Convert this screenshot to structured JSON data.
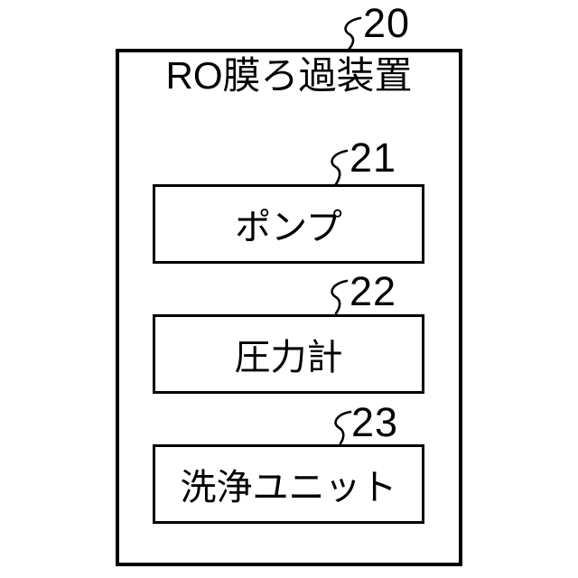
{
  "diagram": {
    "background_color": "#ffffff",
    "line_color": "#000000",
    "outer_box": {
      "ref": "20",
      "title": "RO膜ろ過装置"
    },
    "components": [
      {
        "ref": "21",
        "label": "ポンプ"
      },
      {
        "ref": "22",
        "label": "圧力計"
      },
      {
        "ref": "23",
        "label": "洗浄ユニット"
      }
    ]
  }
}
